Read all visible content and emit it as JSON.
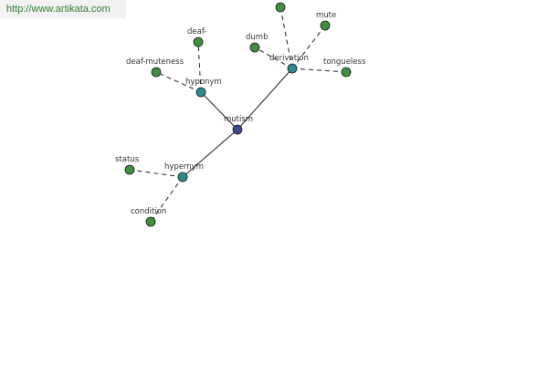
{
  "watermark": {
    "text": "http://www.artikata.com"
  },
  "graph": {
    "root": {
      "id": "mutism",
      "label": "mutism",
      "color": "#3f4a96"
    },
    "relations": [
      {
        "id": "hyponym",
        "label": "hyponym",
        "color": "#2e8b8b"
      },
      {
        "id": "derivation",
        "label": "derivation",
        "color": "#2e8b8b"
      },
      {
        "id": "hypernym",
        "label": "hypernym",
        "color": "#2e8b8b"
      }
    ],
    "terms": [
      {
        "id": "deaf",
        "label": "deaf-",
        "parent": "hyponym",
        "color": "#3f8f3f"
      },
      {
        "id": "deaf-muteness",
        "label": "deaf-muteness",
        "parent": "hyponym",
        "color": "#3f8f3f"
      },
      {
        "id": "unnamed",
        "label": "",
        "parent": "derivation",
        "color": "#3f8f3f"
      },
      {
        "id": "mute",
        "label": "mute",
        "parent": "derivation",
        "color": "#3f8f3f"
      },
      {
        "id": "dumb",
        "label": "dumb",
        "parent": "derivation",
        "color": "#3f8f3f"
      },
      {
        "id": "tongueless",
        "label": "tongueless",
        "parent": "derivation",
        "color": "#3f8f3f"
      },
      {
        "id": "status",
        "label": "status",
        "parent": "hypernym",
        "color": "#3f8f3f"
      },
      {
        "id": "condition",
        "label": "condition",
        "parent": "hypernym",
        "color": "#3f8f3f"
      }
    ]
  }
}
